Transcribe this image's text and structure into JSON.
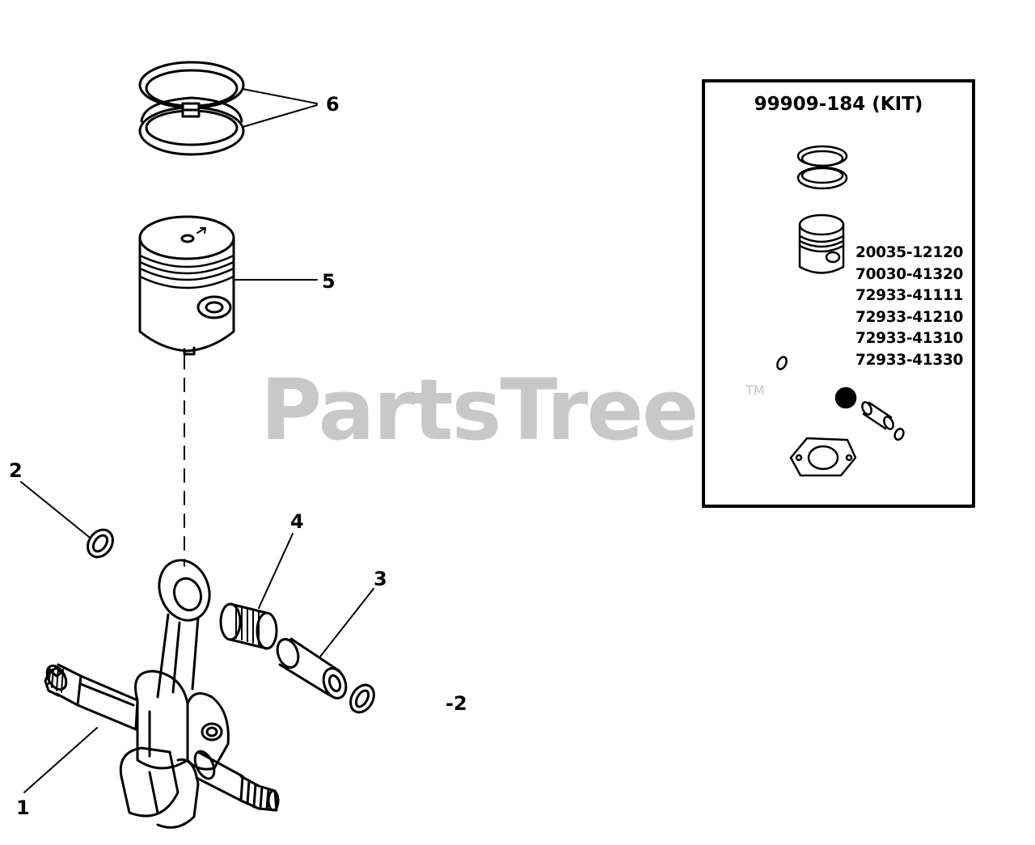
{
  "watermark": {
    "text": "PartsTree",
    "tm": "TM"
  },
  "callouts": {
    "c1": "1",
    "c2_left": "2",
    "c2_right": "-2",
    "c3": "3",
    "c4": "4",
    "c5": "5",
    "c6": "6"
  },
  "kit": {
    "title": "99909-184 (KIT)",
    "part_numbers": [
      "20035-12120",
      "70030-41320",
      "72933-41111",
      "72933-41210",
      "72933-41310",
      "72933-41330"
    ]
  }
}
